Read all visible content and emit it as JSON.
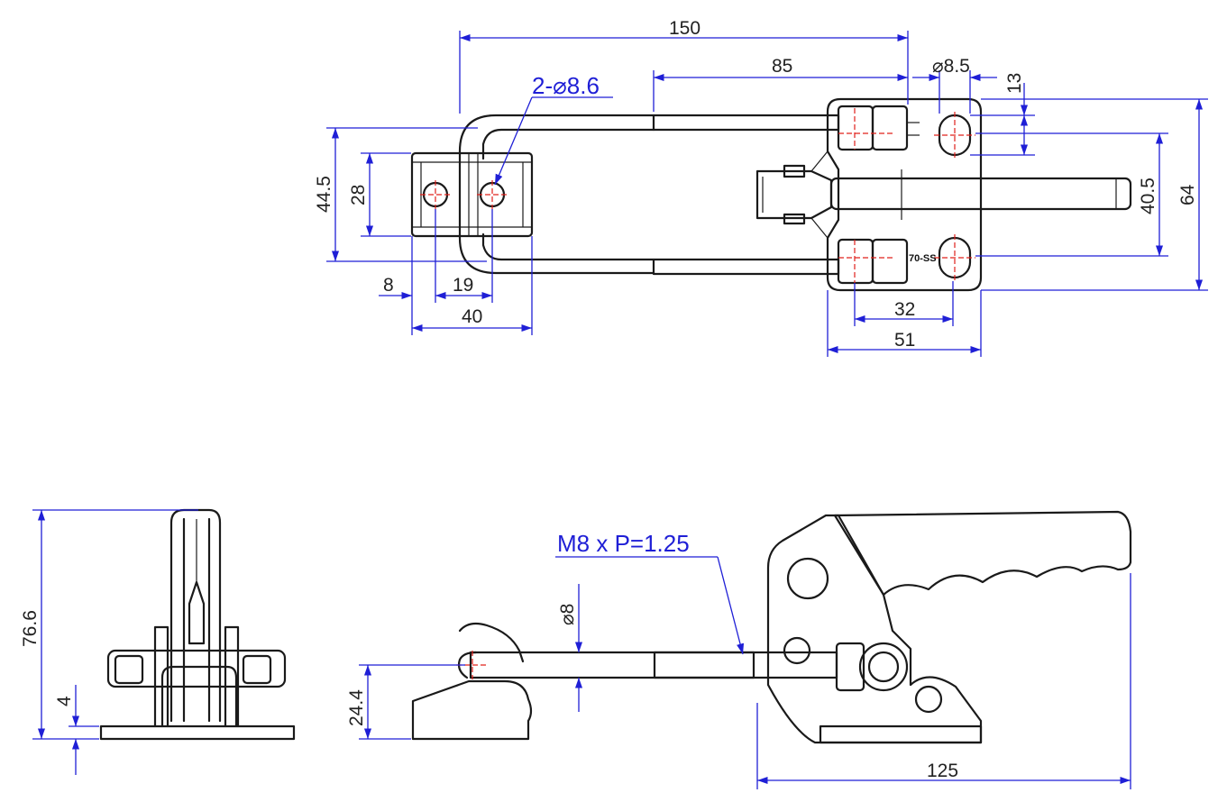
{
  "top_view": {
    "dims": {
      "overall_length": "150",
      "bar_length": "85",
      "slot_dia": "8.5",
      "slot_len": "13",
      "latch_hole_dia": "8.6",
      "latch_hole_callout_prefix": "2-",
      "height_outer": "44.5",
      "height_inner": "28",
      "offset_8": "8",
      "offset_19": "19",
      "width_40": "40",
      "base_hole_pitch": "32",
      "base_width": "51",
      "slot_pitch": "40.5",
      "base_height": "64"
    },
    "stamp": "70-SS"
  },
  "side_view": {
    "dims": {
      "height_total": "76.6",
      "base_thickness": "4"
    }
  },
  "front_view": {
    "dims": {
      "thread_callout": "M8 x P=1.25",
      "rod_dia": "8",
      "hook_height": "24.4",
      "overall_length": "125"
    }
  },
  "symbols": {
    "diameter": "⌀"
  },
  "colors": {
    "dimension_line": "#1f1fd6",
    "center_line": "#e0201b",
    "outline": "#1a1a1a"
  }
}
